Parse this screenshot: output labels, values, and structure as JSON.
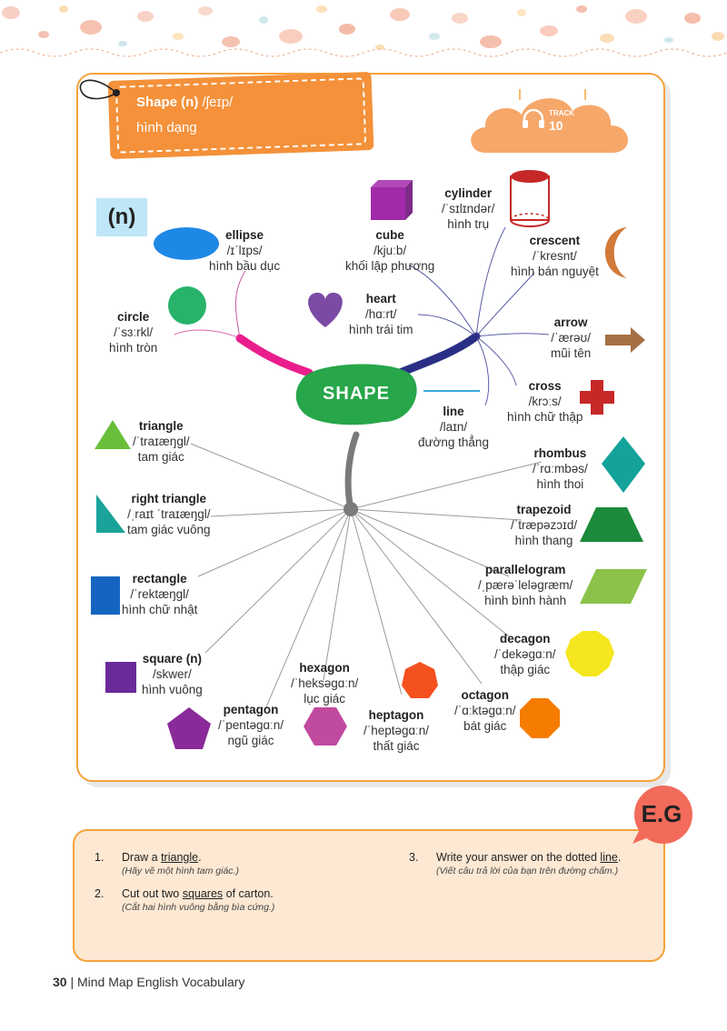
{
  "header": {
    "title_word": "Shape (n)",
    "title_ipa": "/ʃeɪp/",
    "title_meaning": "hình dạng",
    "part_of_speech": "(n)",
    "track_label": "TRACK",
    "track_number": "10"
  },
  "center": {
    "label": "SHAPE"
  },
  "words": [
    {
      "key": "ellipse",
      "word": "ellipse",
      "ipa": "/ɪˈlɪps/",
      "meaning": "hình bầu dục"
    },
    {
      "key": "circle",
      "word": "circle",
      "ipa": "/ˈsɜːrkl/",
      "meaning": "hình tròn"
    },
    {
      "key": "cube",
      "word": "cube",
      "ipa": "/kjuːb/",
      "meaning": "khối lập phương"
    },
    {
      "key": "heart",
      "word": "heart",
      "ipa": "/hɑːrt/",
      "meaning": "hình trái tim"
    },
    {
      "key": "cylinder",
      "word": "cylinder",
      "ipa": "/ˈsɪlɪndər/",
      "meaning": "hình trụ"
    },
    {
      "key": "crescent",
      "word": "crescent",
      "ipa": "/ˈkresnt/",
      "meaning": "hình bán nguyệt"
    },
    {
      "key": "arrow",
      "word": "arrow",
      "ipa": "/ˈærəʊ/",
      "meaning": "mũi tên"
    },
    {
      "key": "cross",
      "word": "cross",
      "ipa": "/krɔːs/",
      "meaning": "hình chữ thập"
    },
    {
      "key": "line",
      "word": "line",
      "ipa": "/laɪn/",
      "meaning": "đường thẳng"
    },
    {
      "key": "triangle",
      "word": "triangle",
      "ipa": "/ˈtraɪæŋgl/",
      "meaning": "tam giác"
    },
    {
      "key": "right_triangle",
      "word": "right triangle",
      "ipa": "/ˌraɪt ˈtraɪæŋgl/",
      "meaning": "tam giác vuông"
    },
    {
      "key": "rectangle",
      "word": "rectangle",
      "ipa": "/ˈrektæŋgl/",
      "meaning": "hình chữ nhật"
    },
    {
      "key": "square",
      "word": "square (n)",
      "ipa": "/skwer/",
      "meaning": "hình vuông"
    },
    {
      "key": "pentagon",
      "word": "pentagon",
      "ipa": "/ˈpentəgɑːn/",
      "meaning": "ngũ giác"
    },
    {
      "key": "hexagon",
      "word": "hexagon",
      "ipa": "/ˈheksəgɑːn/",
      "meaning": "lục giác"
    },
    {
      "key": "heptagon",
      "word": "heptagon",
      "ipa": "/ˈheptəgɑːn/",
      "meaning": "thất giác"
    },
    {
      "key": "octagon",
      "word": "octagon",
      "ipa": "/ˈɑːktəgɑːn/",
      "meaning": "bát giác"
    },
    {
      "key": "decagon",
      "word": "decagon",
      "ipa": "/ˈdekəgɑːn/",
      "meaning": "thập giác"
    },
    {
      "key": "parallelogram",
      "word": "parallelogram",
      "ipa": "/ˌpærəˈleləgræm/",
      "meaning": "hình bình hành"
    },
    {
      "key": "trapezoid",
      "word": "trapezoid",
      "ipa": "/ˈtræpəzɔɪd/",
      "meaning": "hình thang"
    },
    {
      "key": "rhombus",
      "word": "rhombus",
      "ipa": "/ˈrɑːmbəs/",
      "meaning": "hình thoi"
    }
  ],
  "example": {
    "badge": "E.G",
    "items": [
      {
        "num": "1.",
        "before": "Draw a ",
        "underlined": "triangle",
        "after": ".",
        "translation": "(Hãy vẽ một hình tam giác.)"
      },
      {
        "num": "2.",
        "before": "Cut out two ",
        "underlined": "squares",
        "after": " of carton.",
        "translation": "(Cắt hai hình vuông bằng bìa cứng.)"
      },
      {
        "num": "3.",
        "before": "Write your answer on the dotted ",
        "underlined": "line",
        "after": ".",
        "translation": "(Viết câu trả lời của bạn trên đường chấm.)"
      }
    ]
  },
  "footer": {
    "page": "30",
    "separator": "|",
    "book": "Mind Map English Vocabulary"
  },
  "colors": {
    "accent_orange": "#f4913a",
    "center_green": "#27a64a",
    "pink_branch": "#e91e8c",
    "navy_branch": "#2a2f86",
    "gray_branch": "#7a7a7a"
  }
}
